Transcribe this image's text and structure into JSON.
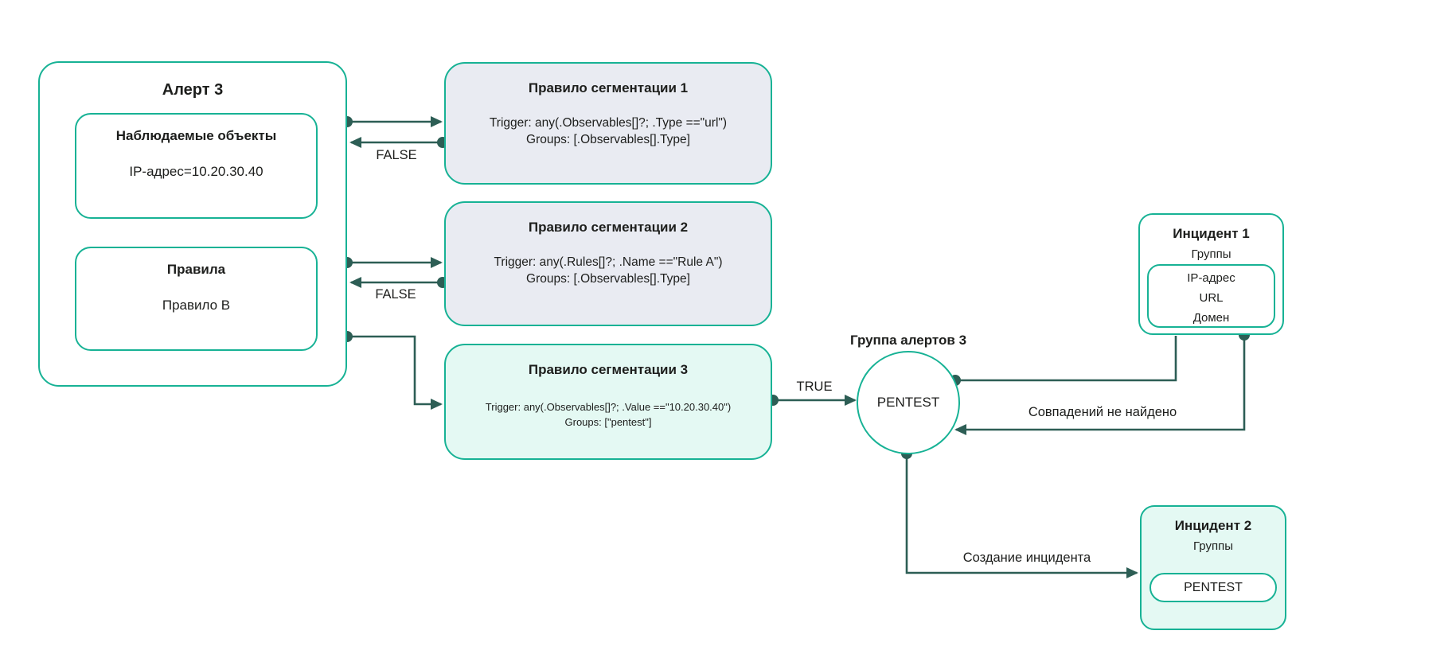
{
  "alert": {
    "title": "Алерт 3",
    "observables": {
      "title": "Наблюдаемые объекты",
      "value": "IP-адрес=10.20.30.40"
    },
    "rules": {
      "title": "Правила",
      "value": "Правило B"
    }
  },
  "segmentation_rules": [
    {
      "title": "Правило сегментации 1",
      "trigger": "Trigger: any(.Observables[]?; .Type ==\"url\")",
      "groups": "Groups: [.Observables[].Type]",
      "result_label": "FALSE"
    },
    {
      "title": "Правило сегментации 2",
      "trigger": "Trigger: any(.Rules[]?; .Name ==\"Rule A\")",
      "groups": "Groups: [.Observables[].Type]",
      "result_label": "FALSE"
    },
    {
      "title": "Правило сегментации 3",
      "trigger": "Trigger: any(.Observables[]?; .Value ==\"10.20.30.40\")",
      "groups": "Groups: [\"pentest\"]",
      "result_label": "TRUE"
    }
  ],
  "alert_group": {
    "title": "Группа алертов 3",
    "value": "PENTEST"
  },
  "incident1": {
    "title": "Инцидент 1",
    "subtitle": "Группы",
    "groups": [
      "IP-адрес",
      "URL",
      "Домен"
    ]
  },
  "incident2": {
    "title": "Инцидент 2",
    "subtitle": "Группы",
    "group": "PENTEST"
  },
  "edge_labels": {
    "no_match": "Совпадений не найдено",
    "create_incident": "Создание инцидента"
  },
  "colors": {
    "node_border_teal": "#17b295",
    "connector_dark_teal": "#2d5e55",
    "rule_fill_gray": "#e9ebf2",
    "rule_fill_mint": "#e4f9f3",
    "text": "#1d1e1c",
    "background": "#ffffff"
  }
}
